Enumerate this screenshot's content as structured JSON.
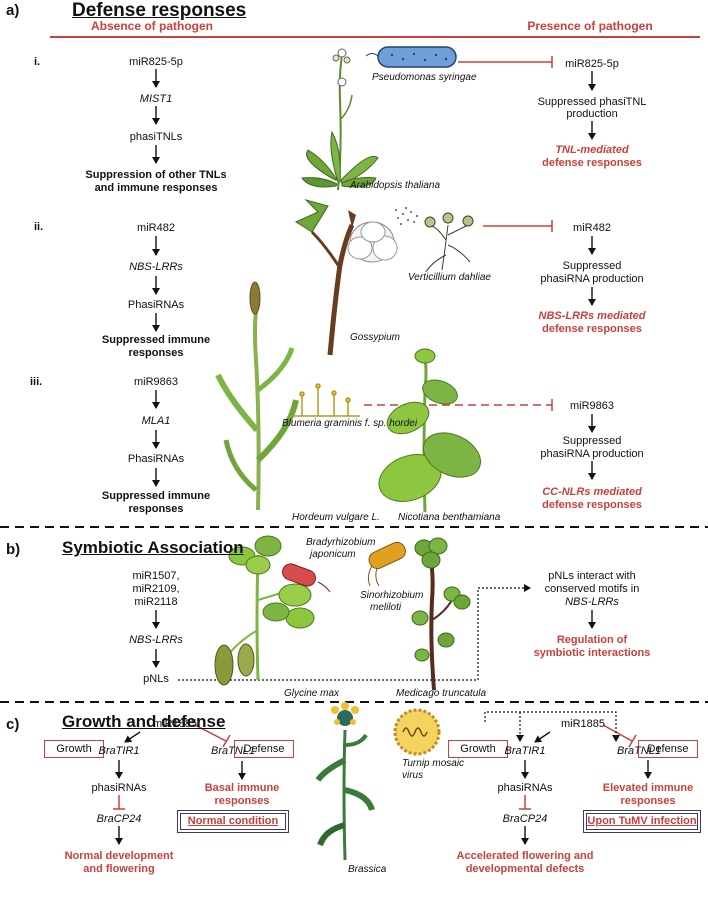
{
  "panel_a": {
    "letter": "a)",
    "title": "Defense responses",
    "absence_header": "Absence of pathogen",
    "presence_header": "Presence of pathogen",
    "rows": [
      {
        "roman": "i.",
        "left": [
          "miR825-5p",
          "MIST1",
          "phasiTNLs",
          "Suppression of other TNLs",
          "and immune responses"
        ],
        "right": [
          "miR825-5p",
          "Suppressed phasiTNL",
          "production",
          "TNL-mediated",
          "defense responses"
        ],
        "pathogen": "Pseudomonas syringae",
        "plant": "Arabidopsis thaliana"
      },
      {
        "roman": "ii.",
        "left": [
          "miR482",
          "NBS-LRRs",
          "PhasiRNAs",
          "Suppressed immune",
          "responses"
        ],
        "right": [
          "miR482",
          "Suppressed",
          "phasiRNA production",
          "NBS-LRRs mediated",
          "defense responses"
        ],
        "pathogen": "Verticillium dahliae",
        "plant": "Gossypium"
      },
      {
        "roman": "iii.",
        "left": [
          "miR9863",
          "MLA1",
          "PhasiRNAs",
          "Suppressed immune",
          "responses"
        ],
        "right": [
          "miR9863",
          "Suppressed",
          "phasiRNA production",
          "CC-NLRs mediated",
          "defense responses"
        ],
        "pathogen": "Blumeria graminis f. sp. hordei",
        "plant1": "Hordeum vulgare L.",
        "plant2": "Nicotiana benthamiana"
      }
    ]
  },
  "panel_b": {
    "letter": "b)",
    "title": "Symbiotic Association",
    "left": [
      "miR1507,",
      "miR2109,",
      "miR2118",
      "NBS-LRRs",
      "pNLs"
    ],
    "right": [
      "pNLs interact with",
      "conserved motifs in",
      "NBS-LRRs",
      "Regulation of",
      "symbiotic interactions"
    ],
    "bacterium1": [
      "Bradyrhizobium",
      "japonicum"
    ],
    "bacterium2": [
      "Sinorhizobium",
      "meliloti"
    ],
    "plant1": "Glycine max",
    "plant2": "Medicago truncatula"
  },
  "panel_c": {
    "letter": "c)",
    "title": "Growth and defense",
    "growth": "Growth",
    "defense": "Defense",
    "mir": "miR1885",
    "tir": "BraTIR1",
    "tnl": "BraTNL1",
    "phasi": "phasiRNAs",
    "cp24": "BraCP24",
    "left_basal": [
      "Basal immune",
      "responses"
    ],
    "left_condition": "Normal condition",
    "left_outcome": [
      "Normal development",
      "and flowering"
    ],
    "right_elevated": [
      "Elevated immune",
      "responses"
    ],
    "right_condition": "Upon TuMV infection",
    "right_outcome": [
      "Accelerated flowering and",
      "developmental defects"
    ],
    "virus": [
      "Turnip mosaic",
      "virus"
    ],
    "plant": "Brassica"
  },
  "colors": {
    "accent": "#c9413b",
    "text": "#111111"
  }
}
